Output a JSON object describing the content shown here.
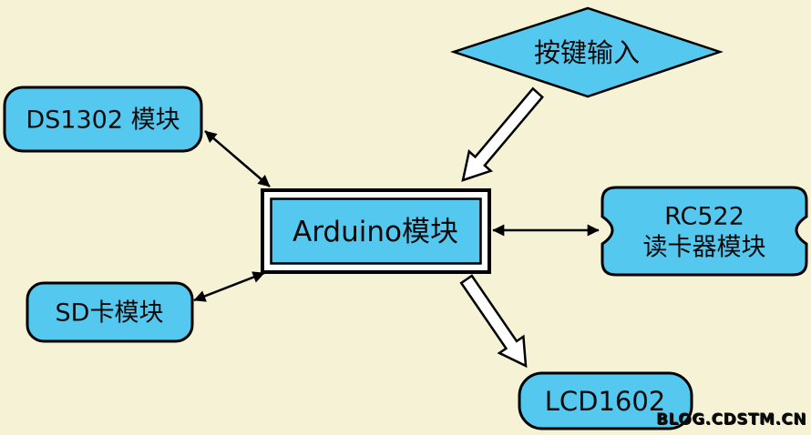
{
  "colors": {
    "background": "#f5f2d6",
    "node_fill": "#55c8f0",
    "border": "#000000",
    "hollow_arrow_fill": "#ffffff",
    "watermark": "#ffffff",
    "watermark_shadow": "#8a8a7a"
  },
  "nodes": {
    "keypad_input": {
      "label": "按键输入",
      "shape": "decision-diamond"
    },
    "ds1302": {
      "label": "DS1302 模块",
      "shape": "rounded-rect"
    },
    "arduino": {
      "label": "Arduino模块",
      "shape": "double-border-rect"
    },
    "rc522": {
      "line1": "RC522",
      "line2": "读卡器模块",
      "shape": "notched-rect"
    },
    "sd_card": {
      "label": "SD卡模块",
      "shape": "rounded-rect"
    },
    "lcd1602": {
      "label": "LCD1602",
      "shape": "rounded-rect"
    }
  },
  "connections": [
    {
      "from": "ds1302",
      "to": "arduino",
      "type": "bidirectional-arrow"
    },
    {
      "from": "sd_card",
      "to": "arduino",
      "type": "bidirectional-arrow"
    },
    {
      "from": "arduino",
      "to": "rc522",
      "type": "bidirectional-arrow"
    },
    {
      "from": "keypad_input",
      "to": "arduino",
      "type": "hollow-arrow"
    },
    {
      "from": "arduino",
      "to": "lcd1602",
      "type": "hollow-arrow"
    }
  ],
  "watermark": {
    "text": "BLOG.CDSTM.CN"
  }
}
